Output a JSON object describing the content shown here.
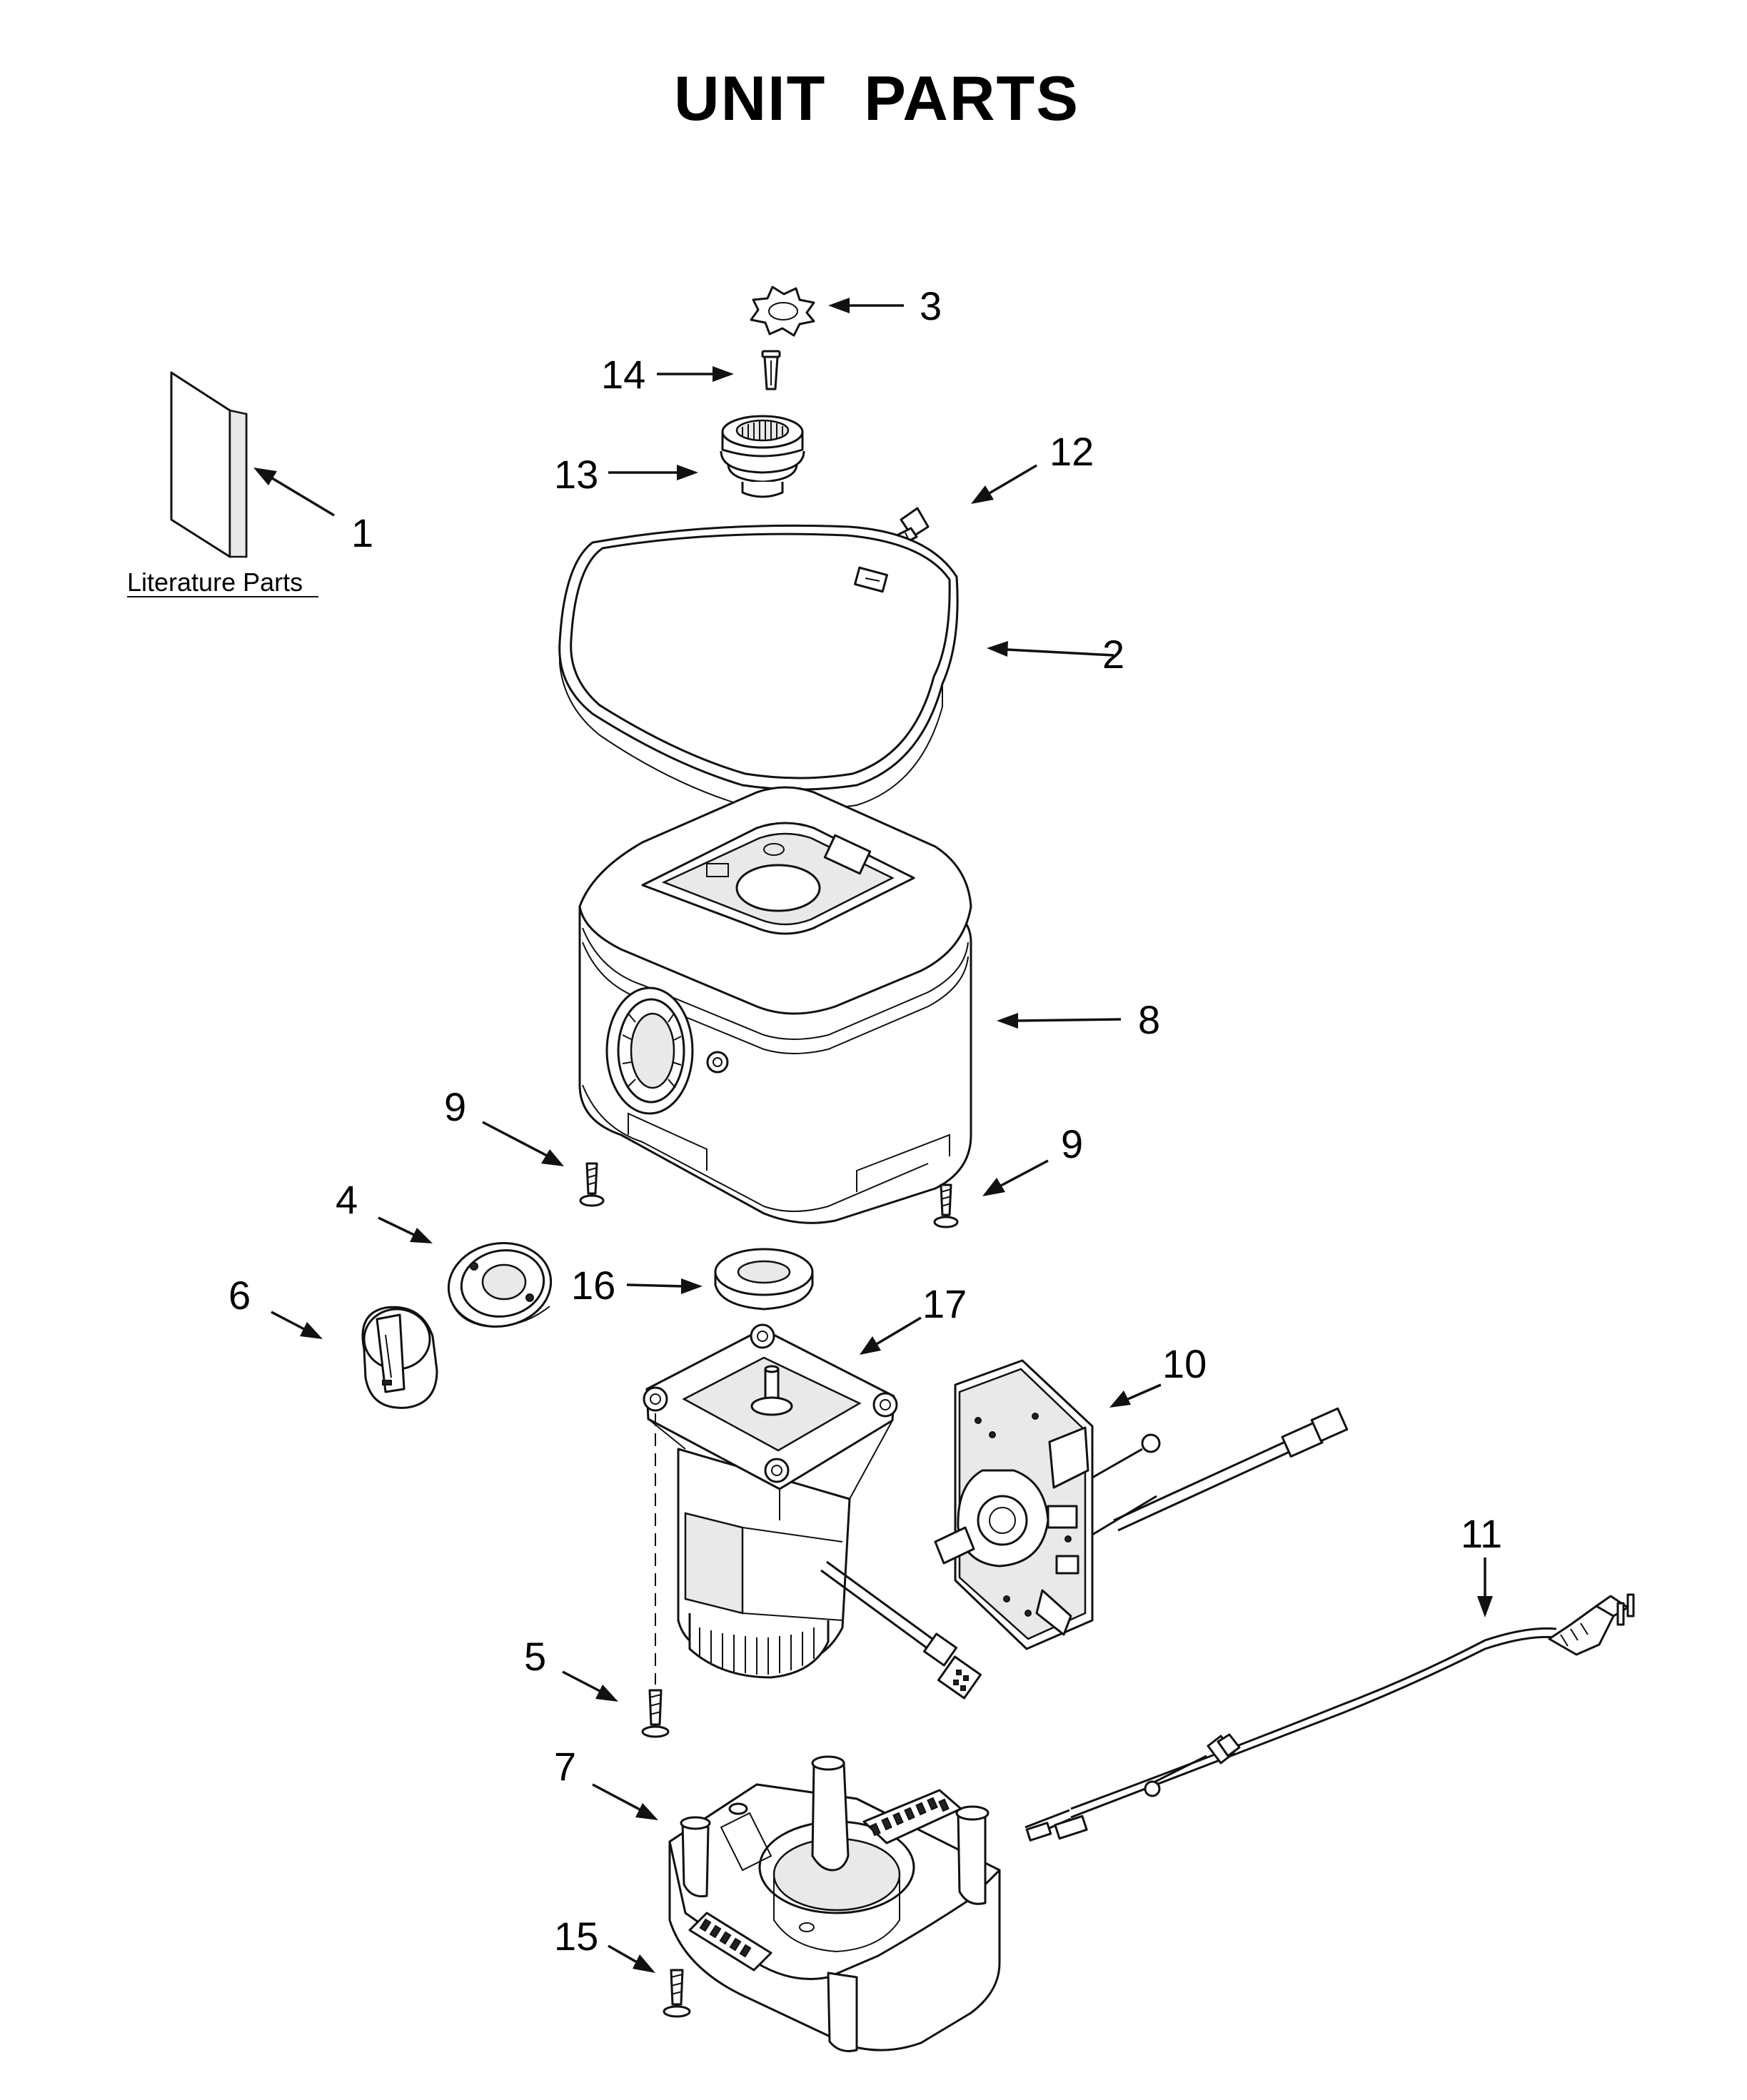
{
  "title": "UNIT  PARTS",
  "literature_label": "Literature Parts",
  "callouts": {
    "c1": "1",
    "c2": "2",
    "c3": "3",
    "c4": "4",
    "c5": "5",
    "c6": "6",
    "c7": "7",
    "c8": "8",
    "c9a": "9",
    "c9b": "9",
    "c10": "10",
    "c11": "11",
    "c12": "12",
    "c13": "13",
    "c14": "14",
    "c15": "15",
    "c16": "16",
    "c17": "17"
  }
}
